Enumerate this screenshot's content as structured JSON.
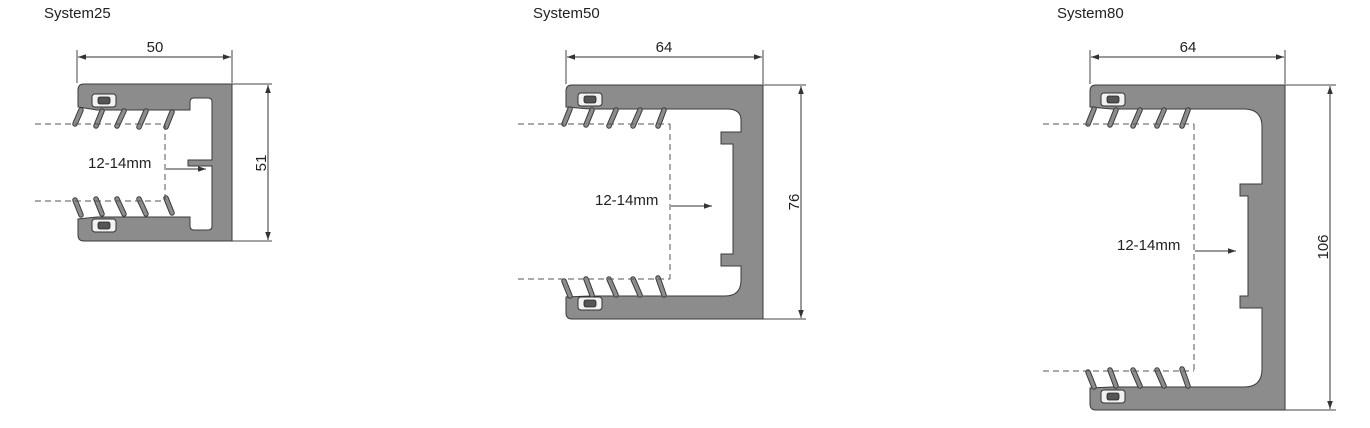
{
  "systems": [
    {
      "title": "System25",
      "width_label": "50",
      "height_label": "51",
      "gap_label": "12-14mm"
    },
    {
      "title": "System50",
      "width_label": "64",
      "height_label": "76",
      "gap_label": "12-14mm"
    },
    {
      "title": "System80",
      "width_label": "64",
      "height_label": "106",
      "gap_label": "12-14mm"
    }
  ]
}
